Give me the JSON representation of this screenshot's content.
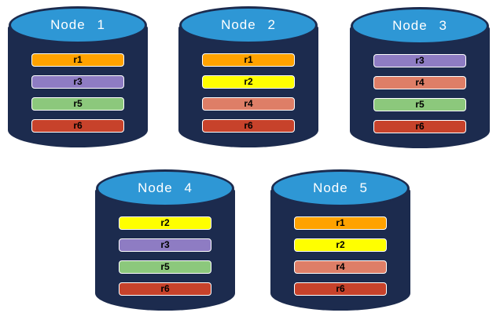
{
  "nodes": [
    {
      "name": "Node 1",
      "replicas": [
        "r1",
        "r3",
        "r5",
        "r6"
      ]
    },
    {
      "name": "Node 2",
      "replicas": [
        "r1",
        "r2",
        "r4",
        "r6"
      ]
    },
    {
      "name": "Node 3",
      "replicas": [
        "r3",
        "r4",
        "r5",
        "r6"
      ]
    },
    {
      "name": "Node 4",
      "replicas": [
        "r2",
        "r3",
        "r5",
        "r6"
      ]
    },
    {
      "name": "Node 5",
      "replicas": [
        "r1",
        "r2",
        "r4",
        "r6"
      ]
    }
  ],
  "colors": {
    "cylinder_body": "#1C2B4E",
    "cylinder_top": "#2E97D5",
    "title_text": "#FFFFFF",
    "bar_border": "#FFFFFF",
    "bar_text": "#000000",
    "replica_colors": {
      "r1": "#FFA200",
      "r2": "#FFFF00",
      "r3": "#8E7CC3",
      "r4": "#DE7E67",
      "r5": "#8CC87C",
      "r6": "#C7422B"
    }
  }
}
